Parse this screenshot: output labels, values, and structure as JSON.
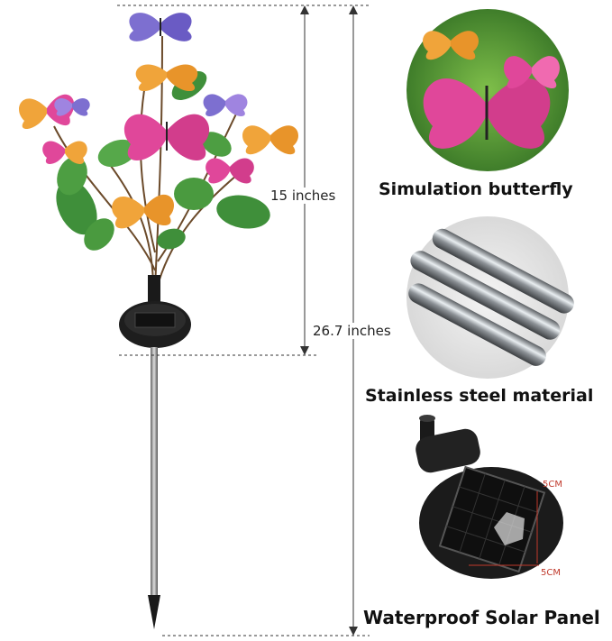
{
  "dimensions": {
    "plant_height": "15 inches",
    "total_height": "26.7 inches"
  },
  "features": {
    "butterfly_label": "Simulation butterfly",
    "steel_label": "Stainless steel material",
    "solar_label": "Waterproof Solar Panel"
  },
  "solar_panel": {
    "side_width": "5CM",
    "bottom_width": "5CM"
  },
  "colors": {
    "butterfly_pink": "#e0479a",
    "butterfly_orange": "#f0a43a",
    "butterfly_purple": "#7d6fd0",
    "leaf_green": "#3f8f3a",
    "steel": "#9aa0a6",
    "dimension_line": "#333333",
    "cm_label": "#c0392b"
  }
}
